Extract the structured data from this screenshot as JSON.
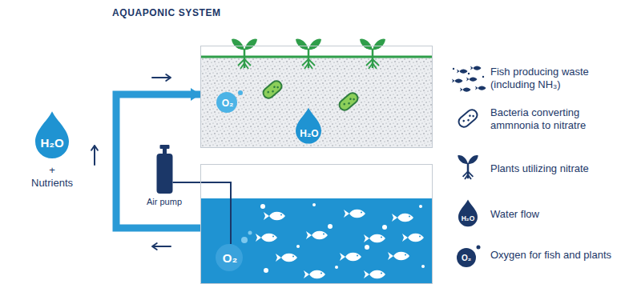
{
  "diagram": {
    "title": "AQUAPONIC SYSTEM",
    "nodes": [
      {
        "text": [
          "H₂O",
          "+ Nutrients"
        ]
      },
      {
        "text": [
          "O₂",
          "H₂O"
        ]
      },
      {
        "text": [
          "Air pump"
        ]
      },
      {
        "text": [
          "O₂"
        ]
      }
    ],
    "edges": [
      {
        "from": 3,
        "to": 1,
        "arrow": "to"
      },
      {
        "from": 2,
        "to": 3,
        "arrow": "none"
      }
    ],
    "labels": [
      "H₂O",
      "O₂"
    ],
    "legend": [
      {
        "text": "Fish producing waste (including NH₃)"
      },
      {
        "text": "Bacteria converting ammnonia to nitratre"
      },
      {
        "text": "Plants utilizing nitrate"
      },
      {
        "text": "Water flow"
      },
      {
        "text": "Oxygen for fish and plants"
      }
    ]
  }
}
